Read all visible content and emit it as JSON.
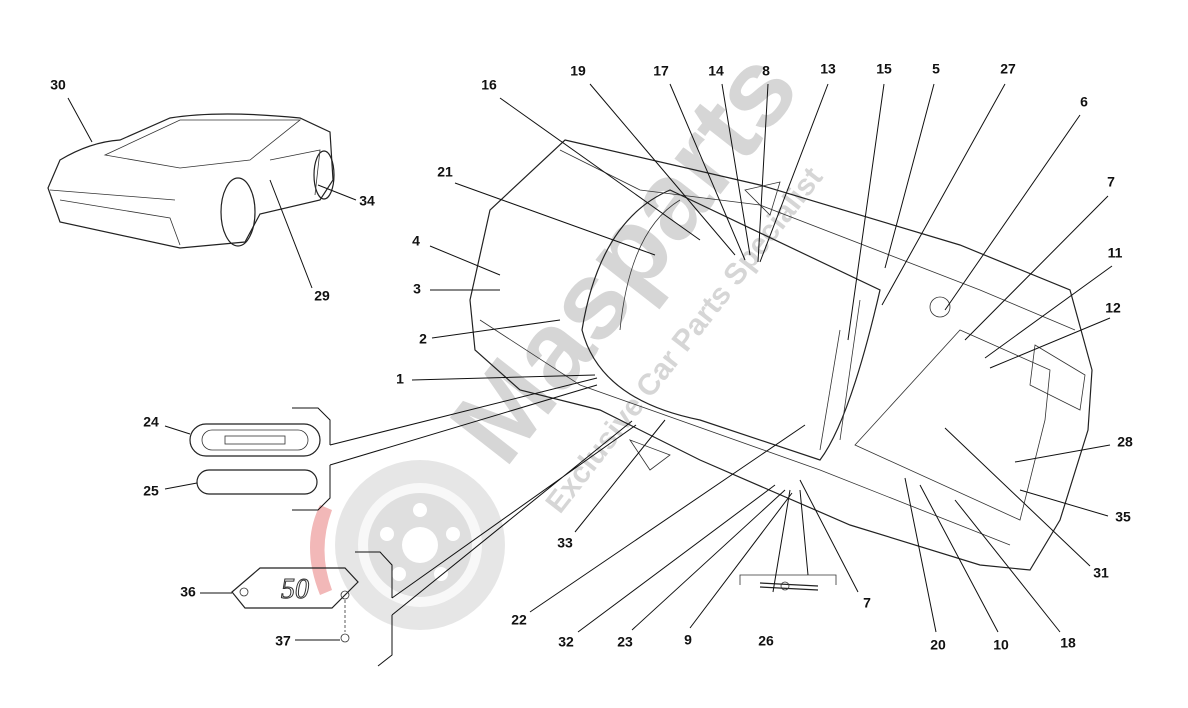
{
  "watermark": {
    "brand": "Masparts",
    "tagline": "Exclusive Car Parts Specialist"
  },
  "callouts": {
    "c30": "30",
    "c34": "34",
    "c29": "29",
    "c16": "16",
    "c19": "19",
    "c17": "17",
    "c14": "14",
    "c8": "8",
    "c13": "13",
    "c15": "15",
    "c5": "5",
    "c27": "27",
    "c6": "6",
    "c7a": "7",
    "c11": "11",
    "c12": "12",
    "c21": "21",
    "c4": "4",
    "c3": "3",
    "c2": "2",
    "c1": "1",
    "c24": "24",
    "c25": "25",
    "c28": "28",
    "c35": "35",
    "c31": "31",
    "c33": "33",
    "c22": "22",
    "c32": "32",
    "c23": "23",
    "c9": "9",
    "c26": "26",
    "c7b": "7",
    "c20": "20",
    "c10": "10",
    "c18": "18",
    "c36": "36",
    "c37": "37"
  },
  "badge_text": "50"
}
